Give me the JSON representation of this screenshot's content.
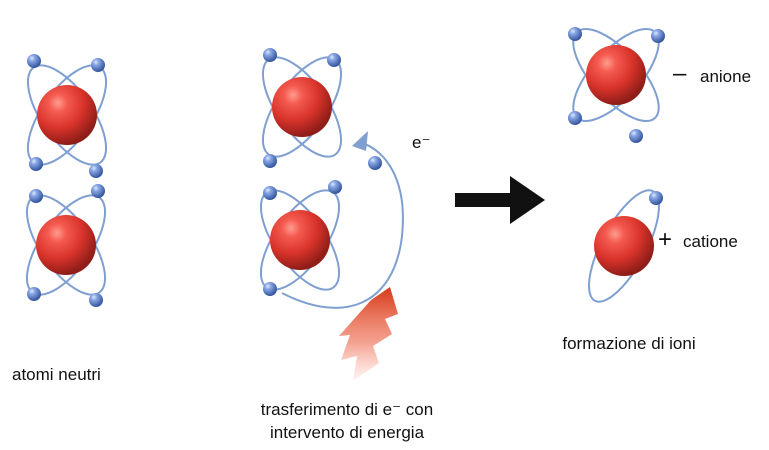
{
  "labels": {
    "neutral_atoms": "atomi neutri",
    "electron_transfer_line1": "trasferimento di e⁻ con",
    "electron_transfer_line2": "intervento di energia",
    "ion_formation": "formazione di ioni",
    "anion": "anione",
    "cation": "catione",
    "electron": "e⁻",
    "minus_sign": "–",
    "plus_sign": "+"
  },
  "colors": {
    "nucleus": "#d9342b",
    "nucleus_highlight": "#ff9c8f",
    "electron": "#5d7fd0",
    "orbit": "#7f9fd1",
    "arrow": "#111111",
    "energy": "#d73a1a"
  },
  "icons": {
    "transfer_arrow": "big-right-arrow-icon",
    "energy_symbol": "lightning-icon"
  }
}
